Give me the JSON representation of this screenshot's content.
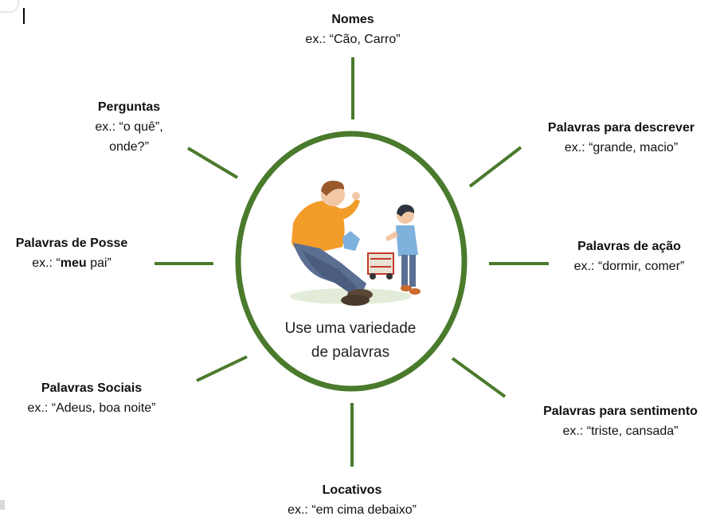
{
  "colors": {
    "ring": "#4a7a2c",
    "spoke": "#4a7a2c",
    "shirt": "#f29c2a",
    "jeans": "#5b6f93",
    "child_shirt": "#7fb1dd",
    "hair": "#9a5a2c"
  },
  "center": {
    "line1": "Use uma variedade",
    "line2": "de palavras"
  },
  "illustration": {
    "name": "father-and-child-illustration"
  },
  "categories": {
    "nomes": {
      "title": "Nomes",
      "ex_prefix": "ex.: “Cão, Carro”"
    },
    "perguntas": {
      "title": "Perguntas",
      "ex_line1": "ex.: “o quê”,",
      "ex_line2": "onde?”"
    },
    "descrever": {
      "title": "Palavras para descrever",
      "ex": "ex.: “grande, macio”"
    },
    "posse": {
      "title": "Palavras de Posse",
      "ex_before": "ex.: “",
      "ex_bold": "meu",
      "ex_after": " pai”"
    },
    "acao": {
      "title": "Palavras de ação",
      "ex": "ex.: “dormir, comer”"
    },
    "sociais": {
      "title": "Palavras Sociais",
      "ex": "ex.: “Adeus, boa noite”"
    },
    "sentimento": {
      "title": "Palavras para sentimento",
      "ex": "ex.: “triste, cansada”"
    },
    "locativos": {
      "title": "Locativos",
      "ex": "ex.: “em cima debaixo”"
    }
  }
}
